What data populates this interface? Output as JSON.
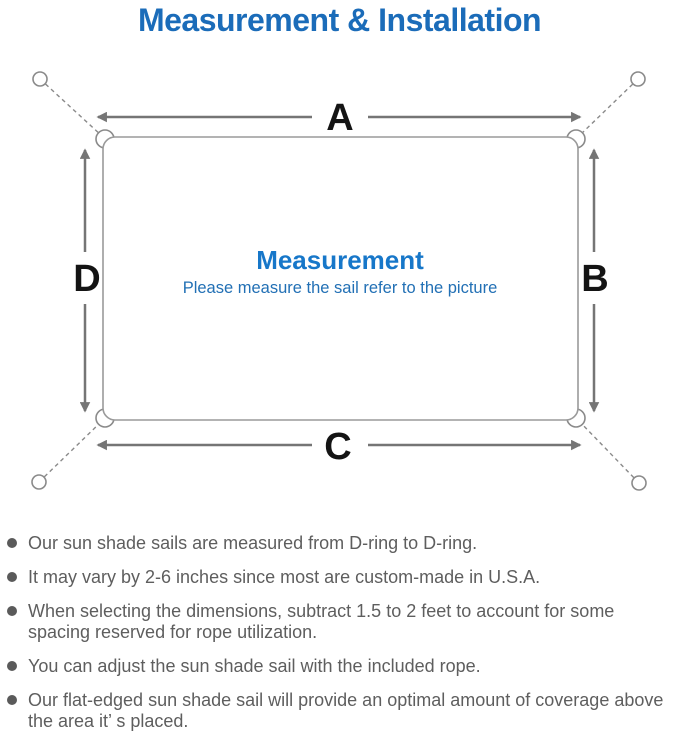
{
  "title": "Measurement & Installation",
  "diagram": {
    "label_a": "A",
    "label_b": "B",
    "label_c": "C",
    "label_d": "D",
    "center_heading": "Measurement",
    "center_subtitle": "Please measure the sail refer to the picture"
  },
  "notes": [
    {
      "text": "Our sun shade sails are measured from D-ring to D-ring."
    },
    {
      "text": "It may vary by 2-6 inches since most are custom-made in U.S.A."
    },
    {
      "text": "When selecting the dimensions, subtract 1.5 to 2 feet to account for some spacing reserved for rope utilization."
    },
    {
      "text": "You can adjust the sun shade sail with the included rope."
    },
    {
      "text": "Our flat-edged sun shade sail will provide an optimal amount of coverage above the area it’ s placed."
    }
  ],
  "colors": {
    "title_blue": "#1b6cb9",
    "center_heading_blue": "#1777c9",
    "subtitle_blue": "#2270b5",
    "diagram_line_gray": "#8a8a8a",
    "arrow_gray": "#757575",
    "body_text_gray": "#5e5e5e",
    "dim_label_black": "#141414"
  }
}
